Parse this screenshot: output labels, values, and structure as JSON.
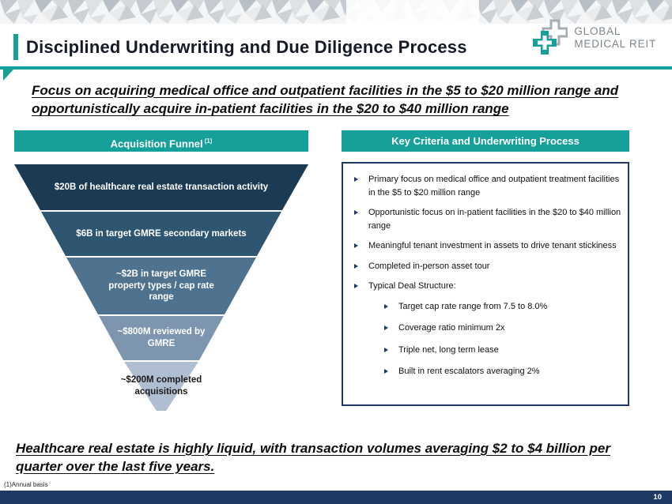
{
  "colors": {
    "accent_teal": "#16A09A",
    "dark_navy": "#1F3864"
  },
  "header": {
    "title": "Disciplined Underwriting and Due Diligence Process",
    "logo_line1": "GLOBAL",
    "logo_line2": "MEDICAL REIT"
  },
  "subtitle": "Focus on acquiring medical office and outpatient facilities in the $5 to $20 million range and opportunistically acquire in-patient facilities in the $20 to $40 million range",
  "funnel": {
    "header": "Acquisition Funnel",
    "header_note": "(1)",
    "tiers": [
      {
        "label": "$20B of healthcare real estate transaction activity",
        "color": "#1B3A54",
        "text_color": "#FFFFFF"
      },
      {
        "label": "$6B in target GMRE secondary markets",
        "color": "#2F5670",
        "text_color": "#FFFFFF"
      },
      {
        "label": "~$2B in target GMRE property types / cap rate range",
        "color": "#4F728F",
        "text_color": "#FFFFFF"
      },
      {
        "label": "~$800M reviewed by GMRE",
        "color": "#7E95AF",
        "text_color": "#FFFFFF"
      },
      {
        "label": "~$200M completed acquisitions",
        "color": "#AFBFD1",
        "text_color": "#1A1A1A"
      }
    ]
  },
  "criteria": {
    "header": "Key Criteria and Underwriting Process",
    "bullets": [
      "Primary focus on medical office and outpatient treatment facilities in the $5 to $20 million range",
      "Opportunistic focus on in-patient facilities in the $20 to $40 million range",
      "Meaningful tenant investment in assets to drive tenant stickiness",
      "Completed in-person asset tour",
      "Typical Deal Structure:"
    ],
    "sub_bullets": [
      "Target cap rate range from 7.5 to 8.0%",
      "Coverage ratio minimum 2x",
      "Triple net, long term lease",
      "Built in rent escalators averaging 2%"
    ]
  },
  "closing": "Healthcare real estate is highly liquid, with transaction volumes averaging $2 to $4 billion per quarter over the last five years.",
  "footnote": "(1)Annual basis",
  "page_number": "10"
}
